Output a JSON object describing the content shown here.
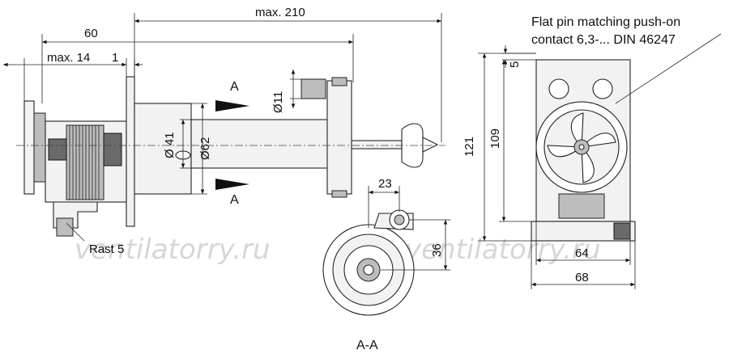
{
  "dimensions": {
    "max_210": "max. 210",
    "d60": "60",
    "max_14": "max. 14",
    "d1": "1",
    "dia_11": "Ø11",
    "dia_41": "Ø 41",
    "dia_62": "Ø62",
    "d23": "23",
    "d36": "36",
    "d5": "5",
    "d121": "121",
    "d109": "109",
    "d64": "64",
    "d68": "68"
  },
  "labels": {
    "section_a_top": "A",
    "section_a_bottom": "A",
    "rast": "Rast 5",
    "section_view": "A-A",
    "contact_line1": "Flat pin matching push-on",
    "contact_line2": "contact 6,3-... DIN 46247"
  },
  "watermark": {
    "left": "ventilatorry.ru",
    "right": "ventilatorry.ru"
  }
}
